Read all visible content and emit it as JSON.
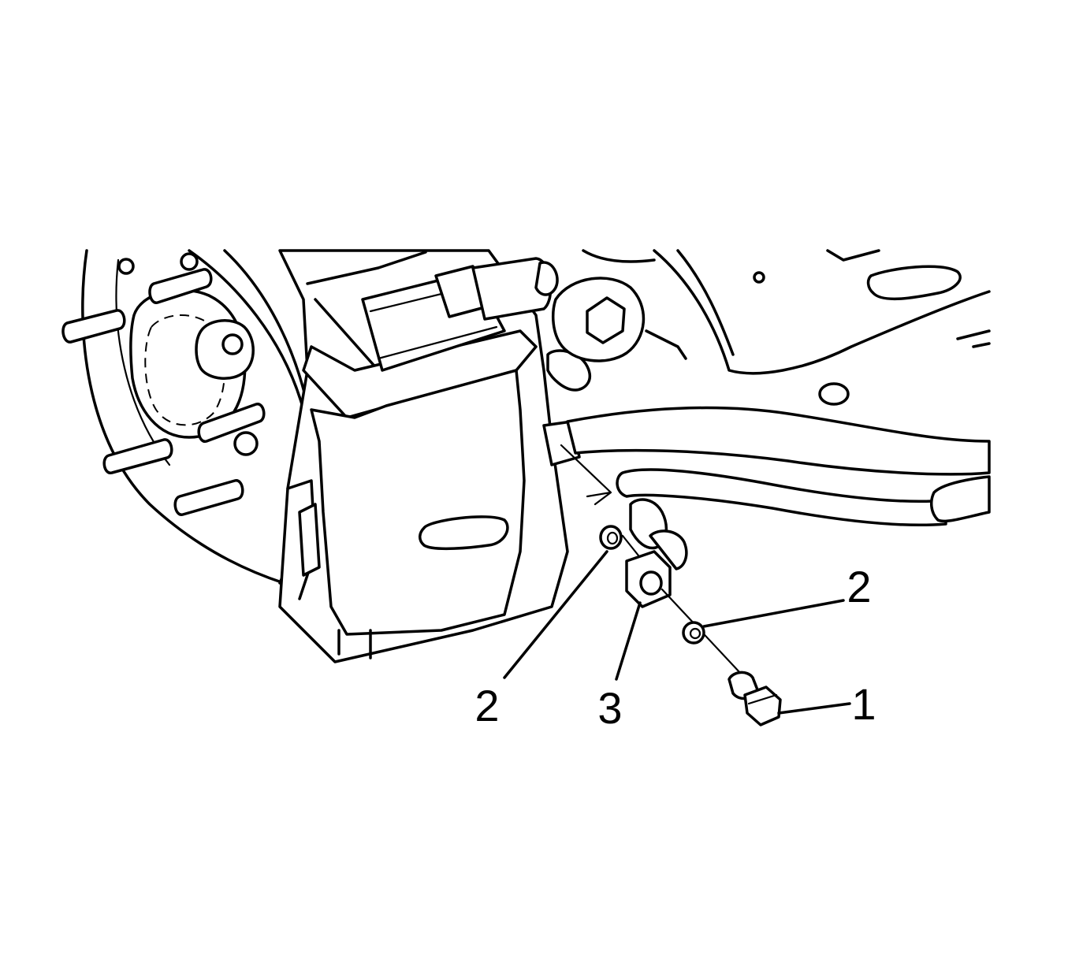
{
  "figure": {
    "background": "#ffffff",
    "line_color": "#000000"
  },
  "callouts": [
    {
      "id": "callout-1-bolt",
      "label": "1",
      "part": "brake-hose-bolt"
    },
    {
      "id": "callout-2-washer-inner",
      "label": "2",
      "part": "washer-inner"
    },
    {
      "id": "callout-2-washer-outer",
      "label": "2",
      "part": "washer-outer"
    },
    {
      "id": "callout-3-hose-fitting",
      "label": "3",
      "part": "brake-hose-fitting"
    }
  ]
}
